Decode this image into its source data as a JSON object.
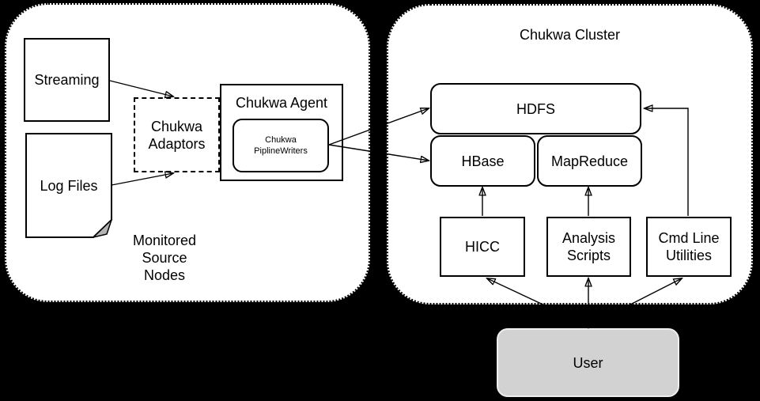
{
  "canvas": {
    "background": "#000000"
  },
  "colors": {
    "node_fill": "#ffffff",
    "node_border": "#000000",
    "container_fill": "#ffffff",
    "user_fill": "#d2d2d2",
    "user_border": "#eeeeee",
    "fold_fill": "#b3b3b3",
    "arrow": "#000000"
  },
  "monitored_group": {
    "caption": {
      "line1": "Monitored",
      "line2": "Source",
      "line3": "Nodes"
    },
    "streaming": {
      "label": "Streaming"
    },
    "log_files": {
      "label": "Log Files"
    },
    "adaptors": {
      "line1": "Chukwa",
      "line2": "Adaptors"
    },
    "agent": {
      "title": "Chukwa Agent"
    },
    "pipline_writers": {
      "line1": "Chukwa",
      "line2": "PiplineWriters"
    }
  },
  "cluster_group": {
    "title": "Chukwa Cluster",
    "hdfs": {
      "label": "HDFS"
    },
    "hbase": {
      "label": "HBase"
    },
    "mapreduce": {
      "label": "MapReduce"
    },
    "hicc": {
      "label": "HICC"
    },
    "analysis_scripts": {
      "line1": "Analysis",
      "line2": "Scripts"
    },
    "cmd_line_utilities": {
      "line1": "Cmd Line",
      "line2": "Utilities"
    }
  },
  "user": {
    "label": "User"
  },
  "edges": [
    {
      "from": "streaming",
      "to": "chukwa-adaptors"
    },
    {
      "from": "log-files",
      "to": "chukwa-adaptors"
    },
    {
      "from": "pipline-writers",
      "to": "hdfs"
    },
    {
      "from": "pipline-writers",
      "to": "hbase"
    },
    {
      "from": "hicc",
      "to": "hbase"
    },
    {
      "from": "analysis-scripts",
      "to": "mapreduce"
    },
    {
      "from": "cmd-line-utilities",
      "to": "hdfs"
    },
    {
      "from": "user",
      "to": "hicc"
    },
    {
      "from": "user",
      "to": "analysis-scripts",
      "bidirectional": true
    },
    {
      "from": "user",
      "to": "cmd-line-utilities"
    }
  ]
}
